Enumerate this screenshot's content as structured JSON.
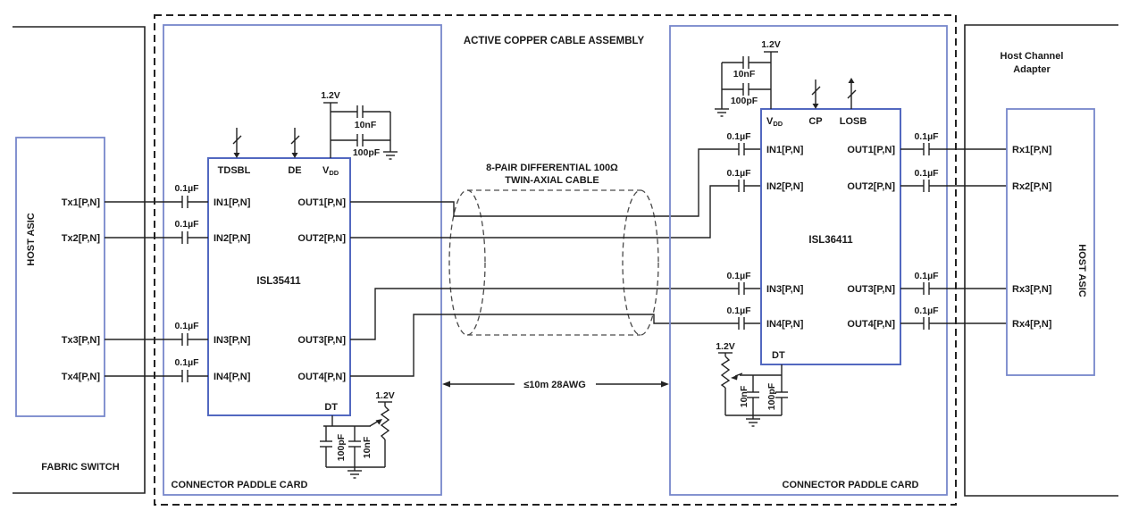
{
  "assembly": {
    "title": "ACTIVE COPPER CABLE ASSEMBLY"
  },
  "left_host": {
    "box_label": "FABRIC SWITCH",
    "asic_label": "HOST ASIC",
    "ports": [
      "Tx1[P,N]",
      "Tx2[P,N]",
      "Tx3[P,N]",
      "Tx4[P,N]"
    ]
  },
  "right_host": {
    "box_label_line1": "Host Channel",
    "box_label_line2": "Adapter",
    "asic_label": "HOST ASIC",
    "ports": [
      "Rx1[P,N]",
      "Rx2[P,N]",
      "Rx3[P,N]",
      "Rx4[P,N]"
    ]
  },
  "left_paddle": {
    "label": "CONNECTOR PADDLE CARD",
    "chip_name": "ISL35411",
    "pins": {
      "tdsbl": "TDSBL",
      "de": "DE",
      "vdd": {
        "base": "V",
        "sub": "DD"
      },
      "dt": "DT",
      "inputs": [
        "IN1[P,N]",
        "IN2[P,N]",
        "IN3[P,N]",
        "IN4[P,N]"
      ],
      "outputs": [
        "OUT1[P,N]",
        "OUT2[P,N]",
        "OUT3[P,N]",
        "OUT4[P,N]"
      ]
    }
  },
  "right_paddle": {
    "label": "CONNECTOR PADDLE CARD",
    "chip_name": "ISL36411",
    "pins": {
      "cp": "CP",
      "losb": "LOSB",
      "vdd": {
        "base": "V",
        "sub": "DD"
      },
      "dt": "DT",
      "inputs": [
        "IN1[P,N]",
        "IN2[P,N]",
        "IN3[P,N]",
        "IN4[P,N]"
      ],
      "outputs": [
        "OUT1[P,N]",
        "OUT2[P,N]",
        "OUT3[P,N]",
        "OUT4[P,N]"
      ]
    }
  },
  "cable": {
    "label_line1": "8-PAIR DIFFERENTIAL 100Ω",
    "label_line2": "TWIN-AXIAL CABLE",
    "length": "≤10m 28AWG"
  },
  "components": {
    "supply": "1.2V",
    "coupling_cap": "0.1µF",
    "cap_10nf": "10nF",
    "cap_100pf": "100pF"
  },
  "colors": {
    "box_blue": "#7787cb",
    "chip_blue": "#5268c0",
    "line_black": "#222222"
  }
}
